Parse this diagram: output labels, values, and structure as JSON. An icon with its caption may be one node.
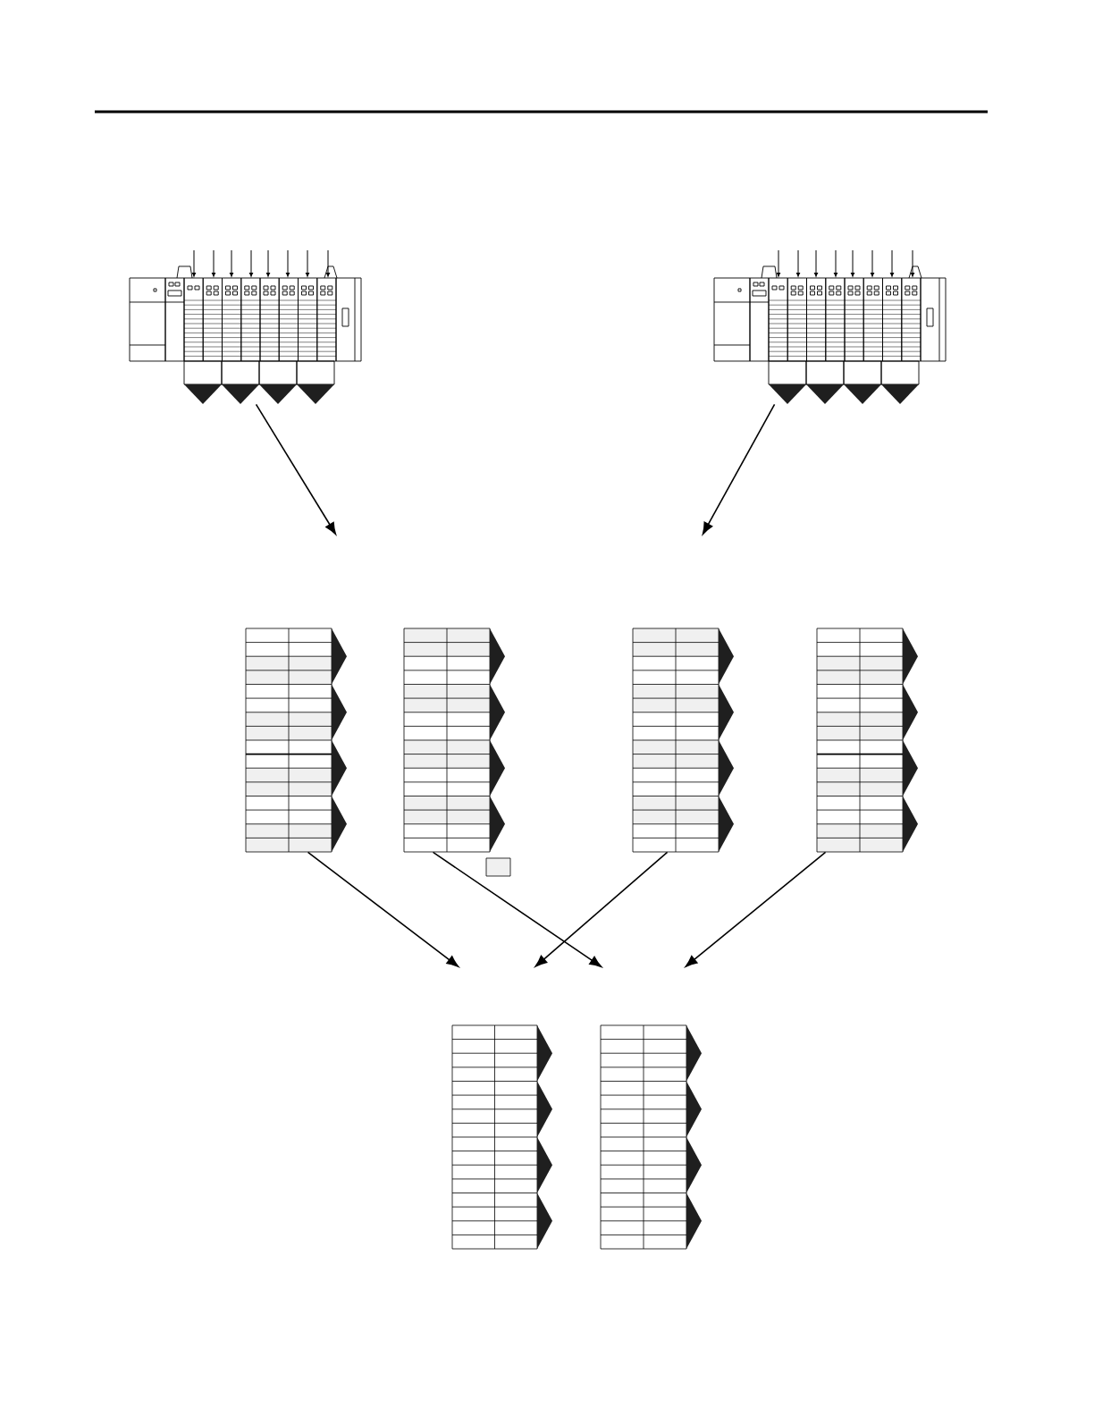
{
  "diagram": {
    "nodes": [
      {
        "text": [],
        "shape": "picture"
      },
      {
        "text": [],
        "shape": "picture"
      },
      {
        "text": [],
        "shape": "box"
      },
      {
        "text": [],
        "shape": "box"
      },
      {
        "text": [],
        "shape": "box"
      },
      {
        "text": [],
        "shape": "box"
      },
      {
        "text": [],
        "shape": "box"
      },
      {
        "text": [],
        "shape": "box"
      },
      {
        "text": [],
        "shape": "box"
      }
    ],
    "edges": [
      {
        "from": 0,
        "to": null,
        "arrow": "to"
      },
      {
        "from": 1,
        "to": null,
        "arrow": "to"
      },
      {
        "from": 2,
        "to": null,
        "arrow": "to"
      },
      {
        "from": 3,
        "to": null,
        "arrow": "to"
      },
      {
        "from": 4,
        "to": null,
        "arrow": "to"
      },
      {
        "from": 5,
        "to": null,
        "arrow": "to"
      }
    ]
  }
}
